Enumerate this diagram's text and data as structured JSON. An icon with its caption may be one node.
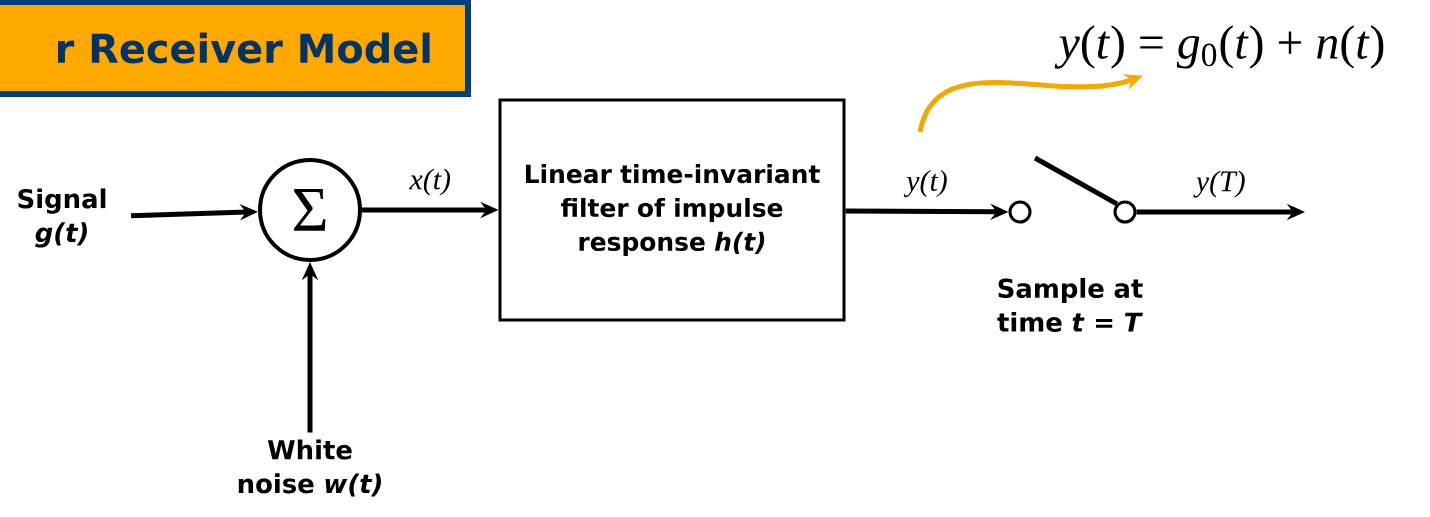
{
  "diagram": {
    "title": "r Receiver Model",
    "nodes": [
      {
        "text": [
          "Signal *g(t)*"
        ]
      },
      {
        "text": [
          "Σ"
        ]
      },
      {
        "text": [
          "White noise *w(t)*"
        ]
      },
      {
        "text": [
          "Linear time-invariant filter of impulse response *h(t)*"
        ]
      },
      {
        "text": [],
        "shape": "circle"
      },
      {
        "text": [],
        "shape": "circle"
      },
      {
        "text": [
          "*y*(*t*) = *g*$_{0}$(*t*) + *n*(*t*)"
        ]
      }
    ],
    "edges": [
      {
        "from": 0,
        "to": 1,
        "arrow": "to"
      },
      {
        "from": 2,
        "to": 1,
        "arrow": "to"
      },
      {
        "from": 1,
        "to": 3,
        "arrow": "to",
        "label": "x(t)"
      },
      {
        "from": 3,
        "to": 4,
        "arrow": "to",
        "label": "y(t)"
      },
      {
        "from": 5,
        "to": null,
        "arrow": "to",
        "label": "y(T)"
      },
      {
        "from": null,
        "to": 6,
        "arrow": "to",
        "color": "#f5a800"
      }
    ],
    "labels": [
      "Sample at time *t* = *T*"
    ]
  }
}
